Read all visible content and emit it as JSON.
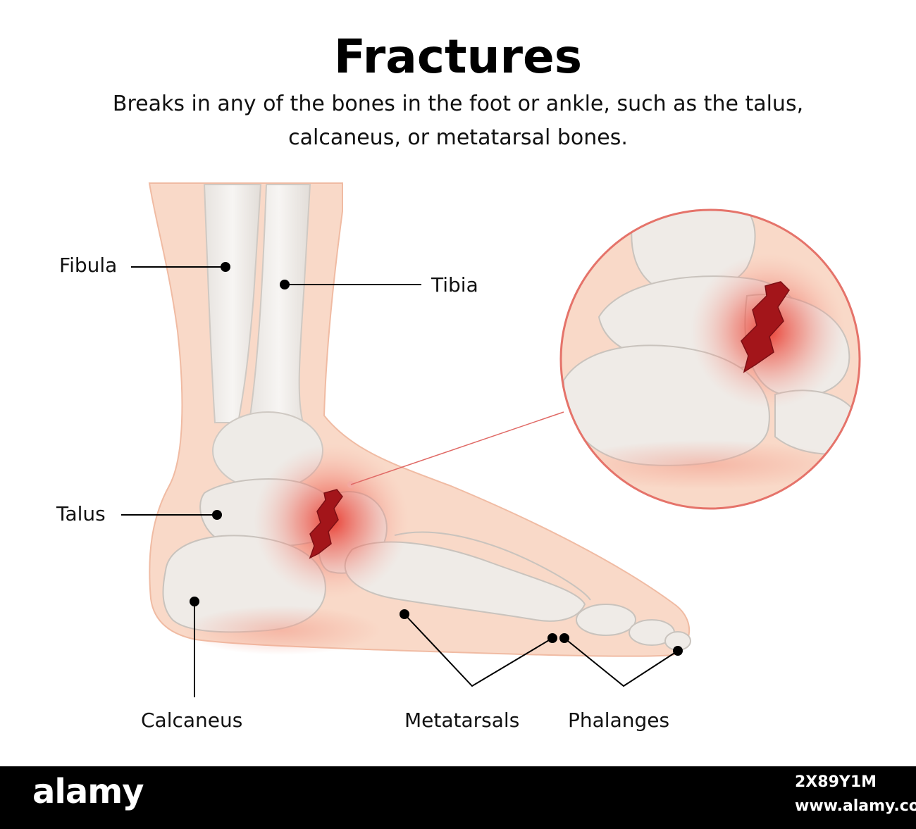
{
  "title": "Fractures",
  "subtitle_line1": "Breaks in any of the bones in the foot or ankle, such as the talus,",
  "subtitle_line2": "calcaneus, or metatarsal bones.",
  "labels": {
    "fibula": "Fibula",
    "tibia": "Tibia",
    "talus": "Talus",
    "calcaneus": "Calcaneus",
    "metatarsals": "Metatarsals",
    "phalanges": "Phalanges"
  },
  "footer": {
    "brand": "alamy",
    "image_id": "2X89Y1M",
    "site": "www.alamy.com"
  },
  "colors": {
    "skin": "#f9d8c6",
    "bone": "#eeebe8",
    "bone_outline": "#c9c4bf",
    "inflammation": "#e8352a",
    "fracture": "#a3151a",
    "leader_line": "#000000"
  }
}
